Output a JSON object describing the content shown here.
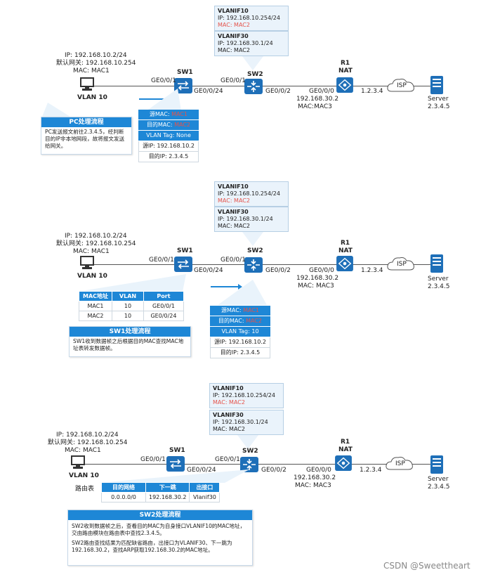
{
  "labels": {
    "pc_ip": "IP: 192.168.10.2/24",
    "pc_gw": "默认网关: 192.168.10.254",
    "pc_mac": "MAC: MAC1",
    "vlan10": "VLAN 10",
    "sw1": "SW1",
    "sw2": "SW2",
    "r1": "R1",
    "nat": "NAT",
    "ge001_a": "GE0/0/1",
    "ge0024": "GE0/0/24",
    "ge001_b": "GE0/0/1",
    "ge002": "GE0/0/2",
    "ge000": "GE0/0/0",
    "r1_ip": "192.168.30.2",
    "r1_mac": "MAC:MAC3",
    "r1_mac_spaced": "MAC: MAC3",
    "isp_ip": "1.2.3.4",
    "isp": "ISP",
    "server": "Server",
    "server_ip": "2.3.4.5"
  },
  "vlanif10": {
    "title": "VLANIF10",
    "ip": "IP: 192.168.10.254/24",
    "mac": "MAC: MAC2"
  },
  "vlanif30": {
    "title": "VLANIF30",
    "ip": "IP: 192.168.30.1/24",
    "mac": "MAC: MAC2"
  },
  "frame1": {
    "src_mac_label": "源MAC: ",
    "src_mac_val": "MAC1",
    "dst_mac_label": "目的MAC: ",
    "dst_mac_val": "MAC2",
    "vlan_tag": "VLAN Tag: None",
    "src_ip": "源IP: 192.168.10.2",
    "dst_ip": "目的IP: 2.3.4.5"
  },
  "frame2": {
    "src_mac_label": "源MAC: ",
    "src_mac_val": "MAC1",
    "dst_mac_label": "目的MAC: ",
    "dst_mac_val": "MAC2",
    "vlan_tag": "VLAN Tag: 10",
    "src_ip": "源IP: 192.168.10.2",
    "dst_ip": "目的IP: 2.3.4.5"
  },
  "pc_proc": {
    "title": "PC处理流程",
    "body": "PC发送报文前往2.3.4.5，经判断目的IP非本地网段，故将报文发送给网关。"
  },
  "sw1_proc": {
    "title": "SW1处理流程",
    "body": "SW1收到数据帧之后根据目的MAC查找MAC地址表转发数据帧。"
  },
  "sw2_proc": {
    "title": "SW2处理流程",
    "body1": "SW2收到数据帧之后，查看目的MAC为自身接口VLANIF10的MAC地址，交由路由模块在路由表中查找2.3.4.5。",
    "body2": "SW2路由查找结果为匹配缺省路由，出接口为VLANIF30、下一跳为192.168.30.2，查找ARP获取192.168.30.2的MAC地址。"
  },
  "mac_table": {
    "headers": [
      "MAC地址",
      "VLAN",
      "Port"
    ],
    "rows": [
      [
        "MAC1",
        "10",
        "GE0/0/1"
      ],
      [
        "MAC2",
        "10",
        "GE0/0/24"
      ]
    ]
  },
  "route_table": {
    "caption": "路由表",
    "headers": [
      "目的网络",
      "下一跳",
      "出接口"
    ],
    "rows": [
      [
        "0.0.0.0/0",
        "192.168.30.2",
        "Vlanif30"
      ]
    ]
  },
  "watermark": "CSDN @Sweettheart",
  "colors": {
    "accent": "#1e87d6",
    "highlight": "#e5534b",
    "panel": "#eaf3fb"
  }
}
